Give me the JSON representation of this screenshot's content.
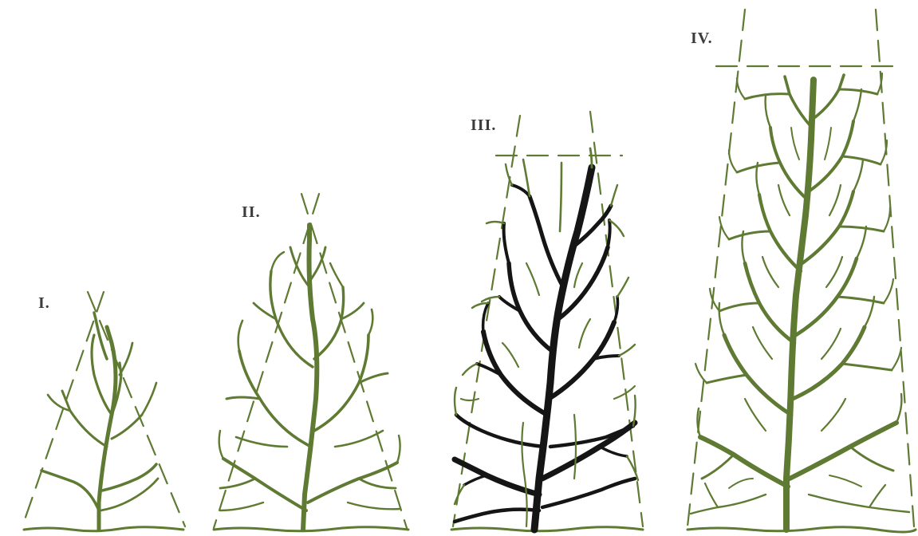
{
  "figure": {
    "stages": [
      {
        "id": "stage-1",
        "label": "I."
      },
      {
        "id": "stage-2",
        "label": "II."
      },
      {
        "id": "stage-3",
        "label": "III."
      },
      {
        "id": "stage-4",
        "label": "IV."
      }
    ],
    "colors": {
      "new_growth": "#5f7a32",
      "old_wood": "#151515",
      "background": "#ffffff"
    }
  }
}
